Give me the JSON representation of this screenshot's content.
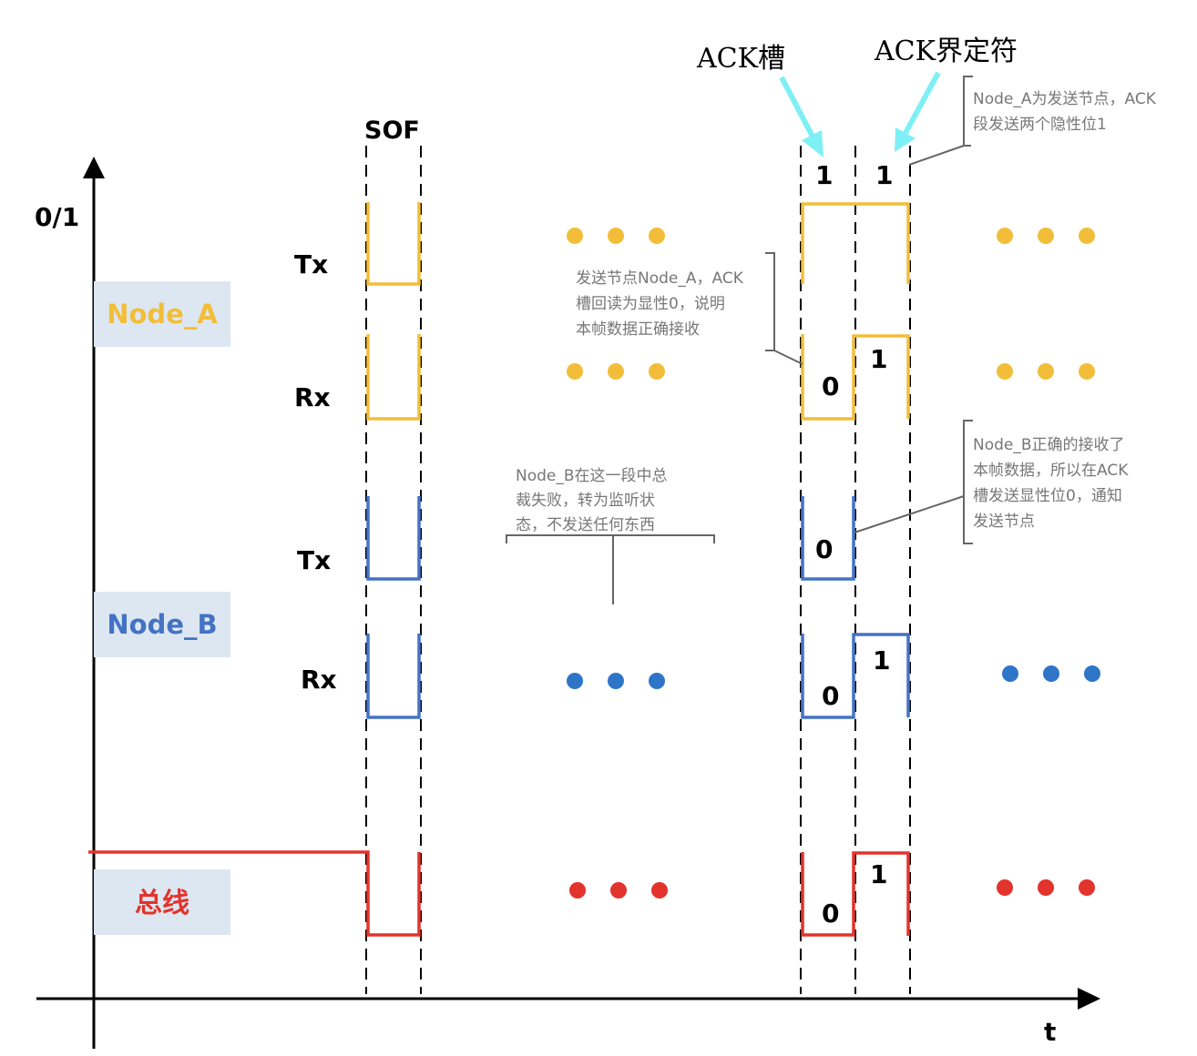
{
  "axis": {
    "y_label": "0/1",
    "x_label": "t"
  },
  "sof_label": "SOF",
  "ack_slot_label": "ACK槽",
  "ack_delim_label": "ACK界定符",
  "nodes": {
    "a": {
      "name": "Node_A",
      "tx": "Tx",
      "rx": "Rx"
    },
    "b": {
      "name": "Node_B",
      "tx": "Tx",
      "rx": "Rx"
    },
    "bus": {
      "name": "总线"
    }
  },
  "bits": {
    "a_tx_slot": "1",
    "a_tx_delim": "1",
    "a_rx_slot": "0",
    "a_rx_delim": "1",
    "b_tx_slot": "0",
    "b_rx_slot": "0",
    "b_rx_delim": "1",
    "bus_slot": "0",
    "bus_delim": "1"
  },
  "notes": {
    "top_right": [
      "Node_A为发送节点，ACK",
      "段发送两个隐性位1"
    ],
    "a_ack": [
      "发送节点Node_A，ACK",
      "槽回读为显性0，说明",
      "本帧数据正确接收"
    ],
    "b_lost": [
      "Node_B在这一段中总",
      "裁失败，转为监听状",
      "态，不发送任何东西"
    ],
    "b_ack": [
      "Node_B正确的接收了",
      "本帧数据，所以在ACK",
      "槽发送显性位0，通知",
      "发送节点"
    ]
  },
  "colors": {
    "node_a": "#f2be3a",
    "node_b": "#4472c4",
    "bus": "#e2332c",
    "arrow": "#7ef0f5",
    "label_bg": "#dde7f2"
  }
}
